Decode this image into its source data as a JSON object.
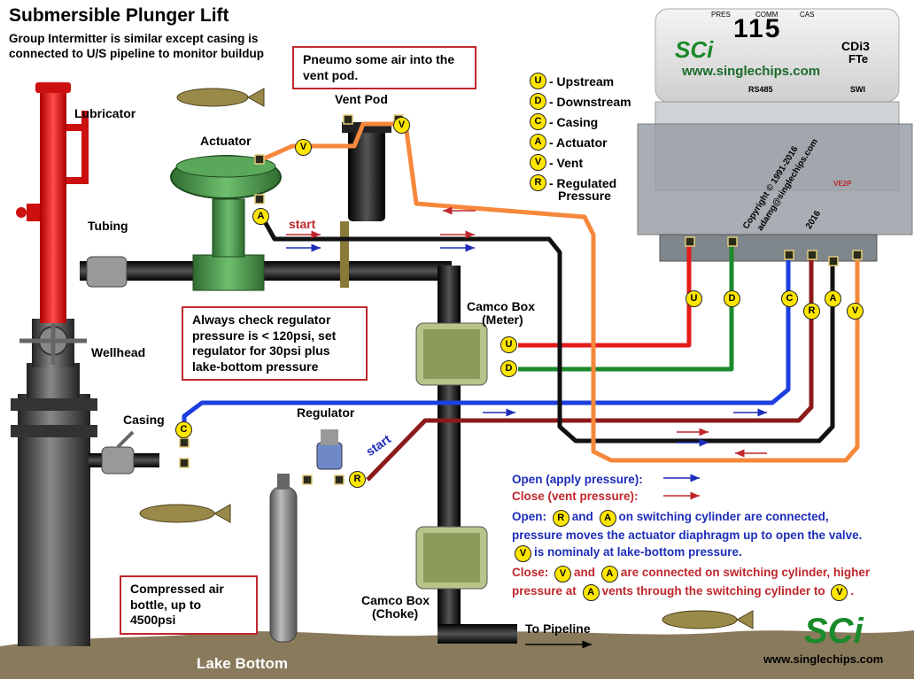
{
  "title": "Submersible Plunger Lift",
  "subtitle_lines": [
    "Group Intermitter is similar  except casing is",
    "connected to U/S pipeline to monitor buildup"
  ],
  "callouts": {
    "pneumo": [
      "Pneumo some air into the",
      "vent pod."
    ],
    "regulator_check": [
      "Always check regulator",
      "pressure is < 120psi, set",
      "regulator for 30psi plus",
      "lake-bottom pressure"
    ],
    "air_bottle": [
      "Compressed air",
      "bottle, up to 4500psi"
    ]
  },
  "labels": {
    "lubricator": "Lubricator",
    "actuator": "Actuator",
    "vent_pod": "Vent Pod",
    "tubing": "Tubing",
    "wellhead": "Wellhead",
    "casing": "Casing",
    "regulator": "Regulator",
    "camco_meter": [
      "Camco Box",
      "(Meter)"
    ],
    "camco_choke": [
      "Camco Box",
      "(Choke)"
    ],
    "to_pipeline": "To Pipeline",
    "lake_bottom": "Lake Bottom",
    "start_top": "start",
    "start_reg": "start"
  },
  "legend": [
    {
      "letter": "U",
      "text": "- Upstream"
    },
    {
      "letter": "D",
      "text": "- Downstream"
    },
    {
      "letter": "C",
      "text": "- Casing"
    },
    {
      "letter": "A",
      "text": "- Actuator"
    },
    {
      "letter": "V",
      "text": "- Vent"
    },
    {
      "letter": "R",
      "text": "- Regulated",
      "text2": "Pressure"
    }
  ],
  "device": {
    "status_labels": [
      "PRES",
      "COMM",
      "CAS"
    ],
    "number": "115",
    "brand": "SCi",
    "model": [
      "CDi3",
      "FTe"
    ],
    "url": "www.singlechips.com",
    "ports": [
      "RS485",
      "SWI"
    ],
    "copyright_lines": [
      "Copyright © 1991-2016",
      "adamg@singlechips.com",
      "2016"
    ],
    "small_label": "VE2P"
  },
  "ports_row": [
    "U",
    "D",
    "C",
    "R",
    "A",
    "V"
  ],
  "camco_ports": [
    "U",
    "D"
  ],
  "other_badges": {
    "actuator_a": "A",
    "actuator_v": "V",
    "vent_pod_v": "V",
    "casing_c": "C",
    "regulator_r": "R"
  },
  "notes": {
    "open_key": "Open (apply pressure):",
    "close_key": "Close  (vent pressure):",
    "open_para": {
      "prefix": "Open:",
      "l1_a": "and",
      "l1_b": "on switching cylinder are connected,",
      "l2": "pressure moves the actuator diaphragm up to open the valve.",
      "l3": "is nominaly at lake-bottom pressure."
    },
    "close_para": {
      "prefix": "Close:",
      "l1_a": "and",
      "l1_b": "are connected on switching cylinder, higher",
      "l2_a": "pressure at",
      "l2_b": "vents through the switching cylinder to",
      "l2_c": "."
    }
  },
  "footer": {
    "logo": "SCi",
    "url": "www.singlechips.com"
  },
  "colors": {
    "upstream": "#e31b1b",
    "downstream": "#1a8a2a",
    "casing_line": "#1d3fe0",
    "regulated": "#8b1a1a",
    "actuator_line": "#111111",
    "vent_line": "#f6883c",
    "badge": "#ffe600",
    "callout_border": "#c0272d",
    "lake_bottom": "#8a7a5c"
  }
}
